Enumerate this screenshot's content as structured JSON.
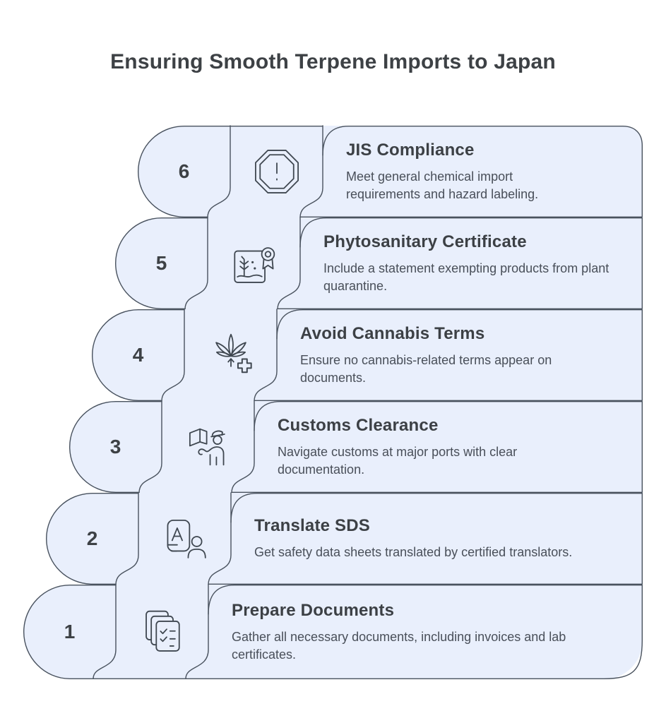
{
  "title": "Ensuring Smooth Terpene Imports to Japan",
  "colors": {
    "shape_fill": "#e9effc",
    "outline": "#49525e",
    "heading_text": "#3c4045",
    "body_text": "#494f59"
  },
  "steps": [
    {
      "number": "6",
      "title": "JIS Compliance",
      "description": "Meet general chemical import requirements and hazard labeling.",
      "icon": "alert-octagon-icon"
    },
    {
      "number": "5",
      "title": "Phytosanitary Certificate",
      "description": "Include a statement exempting products from plant quarantine.",
      "icon": "plant-certificate-icon"
    },
    {
      "number": "4",
      "title": "Avoid Cannabis Terms",
      "description": "Ensure no cannabis-related terms appear on documents.",
      "icon": "cannabis-medical-icon"
    },
    {
      "number": "3",
      "title": "Customs Clearance",
      "description": "Navigate customs at major ports with clear documentation.",
      "icon": "customs-officer-icon"
    },
    {
      "number": "2",
      "title": "Translate SDS",
      "description": "Get safety data sheets translated by certified translators.",
      "icon": "translate-document-icon"
    },
    {
      "number": "1",
      "title": "Prepare Documents",
      "description": "Gather all necessary documents, including invoices and lab certificates.",
      "icon": "documents-checklist-icon"
    }
  ]
}
